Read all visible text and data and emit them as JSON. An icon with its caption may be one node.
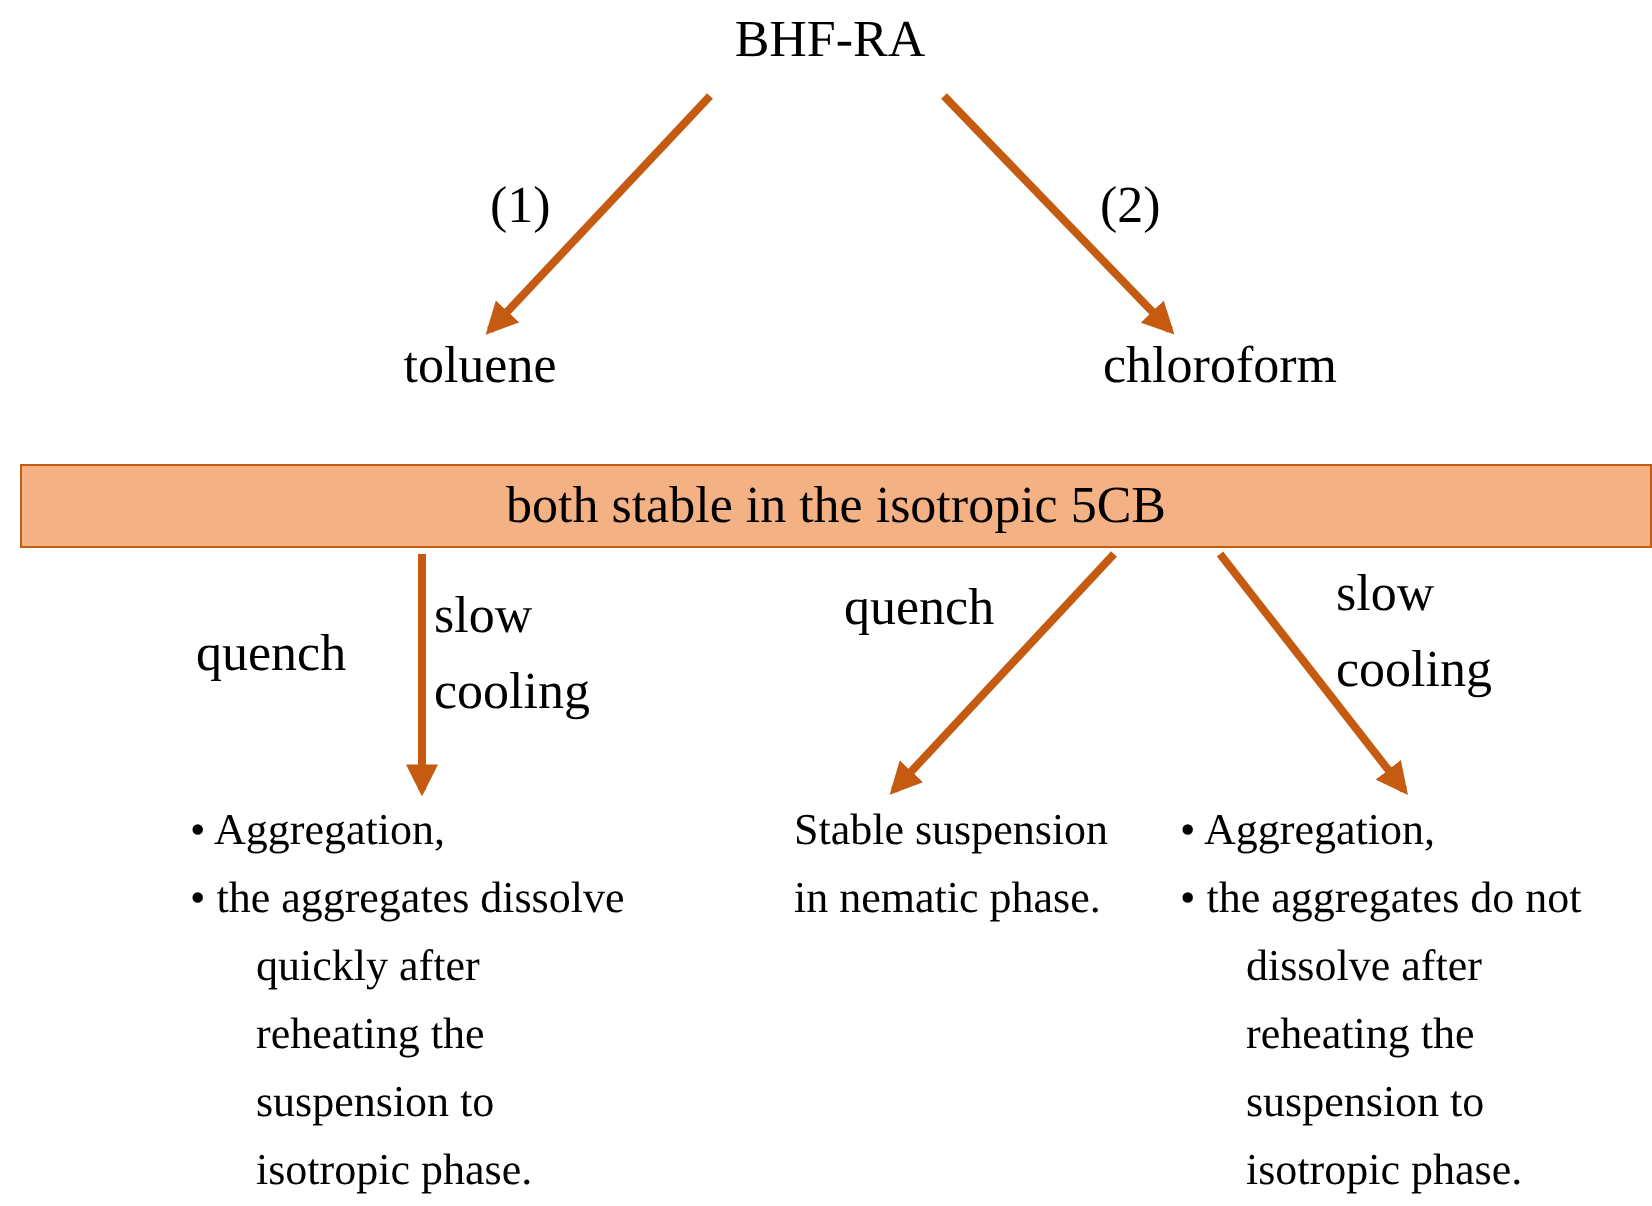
{
  "diagram": {
    "nodes": [
      {
        "text": [
          "BHF-RA"
        ]
      },
      {
        "text": [
          "toluene"
        ]
      },
      {
        "text": [
          "chloroform"
        ]
      },
      {
        "text": [
          "both stable in the isotropic 5CB"
        ]
      },
      {
        "text": [
          "• Aggregation,",
          "• the aggregates dissolve quickly after reheating the suspension to isotropic phase."
        ]
      },
      {
        "text": [
          "Stable suspension in nematic phase."
        ]
      },
      {
        "text": [
          "• Aggregation,",
          "• the aggregates do not dissolve after reheating the suspension to isotropic phase."
        ]
      }
    ],
    "edges": [
      {
        "from": 0,
        "to": 1,
        "arrow": "to",
        "label": "(1)"
      },
      {
        "from": 0,
        "to": 2,
        "arrow": "to",
        "label": "(2)"
      },
      {
        "from": 3,
        "to": 4,
        "arrow": "to",
        "label": "quench"
      },
      {
        "from": 3,
        "to": 5,
        "arrow": "to",
        "label": "quench"
      },
      {
        "from": 3,
        "to": 6,
        "arrow": "to",
        "label": "slow cooling"
      }
    ],
    "labels": [
      "slow cooling"
    ]
  }
}
